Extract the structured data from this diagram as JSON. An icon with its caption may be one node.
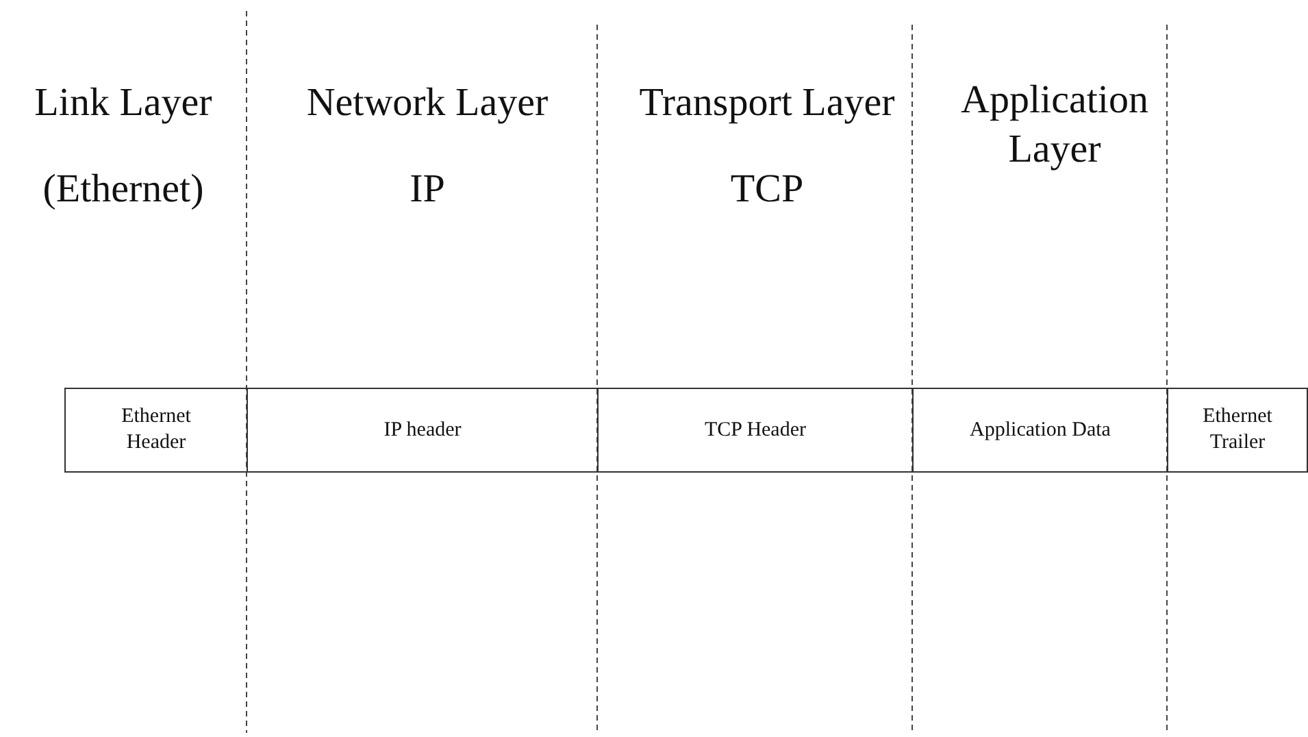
{
  "diagram": {
    "nodes": [
      {
        "text": [
          "Ethernet Header"
        ]
      },
      {
        "text": [
          "IP header"
        ]
      },
      {
        "text": [
          "TCP Header"
        ]
      },
      {
        "text": [
          "Application Data"
        ]
      },
      {
        "text": [
          "Ethernet Trailer"
        ]
      }
    ],
    "edges": [],
    "labels": [
      "Link Layer",
      "(Ethernet)",
      "Network Layer",
      "IP",
      "Transport Layer",
      "TCP",
      "Application Layer"
    ]
  }
}
